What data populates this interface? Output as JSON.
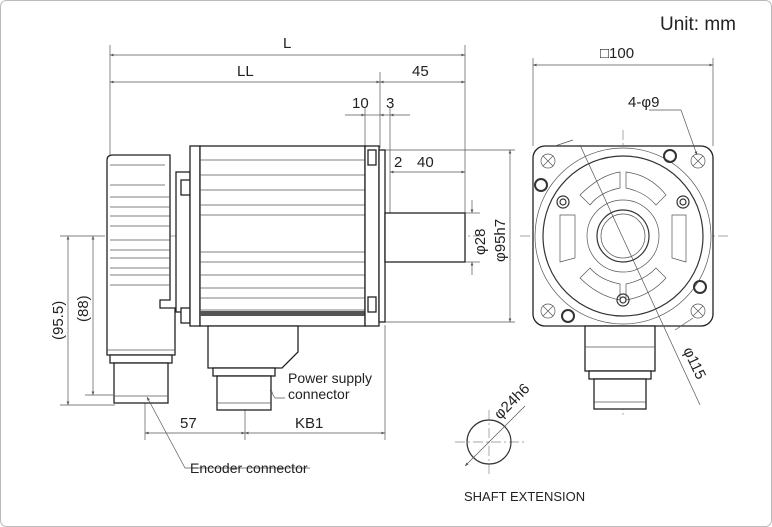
{
  "unit_label": "Unit: mm",
  "dimensions": {
    "L": "L",
    "LL": "LL",
    "d45": "45",
    "d10": "10",
    "d3": "3",
    "d2": "2",
    "d40": "40",
    "phi28": "φ28",
    "phi95h7": "φ95h7",
    "h95_5": "(95.5)",
    "h88": "(88)",
    "d57": "57",
    "KB1": "KB1",
    "square100": "□100",
    "holes": "4-φ9",
    "phi115": "φ115",
    "phi24h6": "φ24h6"
  },
  "labels": {
    "power_supply_line1": "Power supply",
    "power_supply_line2": "connector",
    "encoder_connector": "Encoder connector",
    "shaft_extension": "SHAFT EXTENSION"
  }
}
